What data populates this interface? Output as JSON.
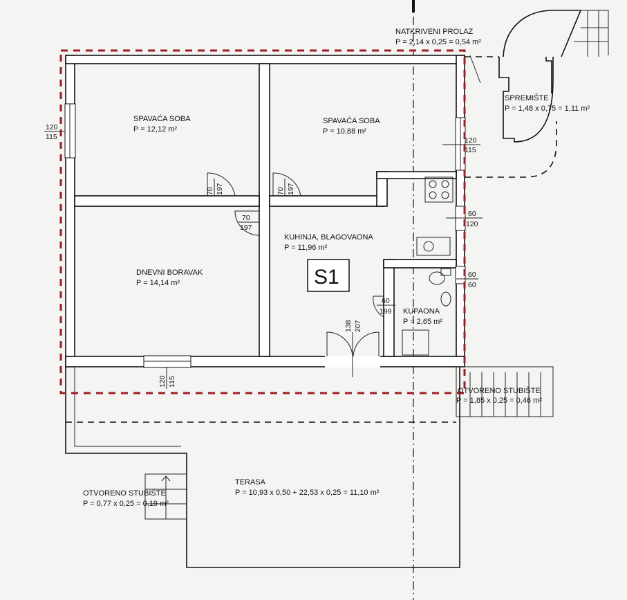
{
  "rooms": {
    "bedroom1": {
      "name": "SPAVAĆA SOBA",
      "area": "P = 12,12 m²"
    },
    "bedroom2": {
      "name": "SPAVAĆA SOBA",
      "area": "P = 10,88 m²"
    },
    "living": {
      "name": "DNEVNI BORAVAK",
      "area": "P = 14,14 m²"
    },
    "kitchen": {
      "name": "KUHINJA, BLAGOVAONA",
      "area": "P = 11,96 m²"
    },
    "bathroom": {
      "name": "KUPAONA",
      "area": "P = 2,65 m²"
    },
    "storage": {
      "name": "SPREMIŠTE",
      "area": "P = 1,48 x 0,75 = 1,11 m²"
    },
    "passage": {
      "name": "NATKRIVENI PROLAZ",
      "area": "P = 2,14 x 0,25 = 0,54 m²"
    },
    "stairs_right": {
      "name": "OTVORENO STUBIŠTE",
      "area": "P = 1,85 x 0,25 = 0,46 m²"
    },
    "stairs_left": {
      "name": "OTVORENO STUBIŠTE",
      "area": "P = 0,77 x 0,25 = 0,19 m²"
    },
    "terrace": {
      "name": "TERASA",
      "area": "P = 10,93 x 0,50 + 22,53 x 0,25 = 11,10 m²"
    }
  },
  "unit_label": "S1",
  "dimensions": {
    "win_left": [
      "120",
      "115"
    ],
    "win_right": [
      "120",
      "115"
    ],
    "door_bed1": [
      "70",
      "197"
    ],
    "door_bed2": [
      "70",
      "197"
    ],
    "door_living": [
      "70",
      "197"
    ],
    "win_kitchen": [
      "60",
      "120"
    ],
    "win_bath": [
      "60",
      "60"
    ],
    "door_bath": [
      "60",
      "199"
    ],
    "door_entry": [
      "138",
      "207"
    ],
    "win_living": [
      "120",
      "115"
    ]
  },
  "colors": {
    "boundary": "#a01c22",
    "walls": "#111111"
  }
}
